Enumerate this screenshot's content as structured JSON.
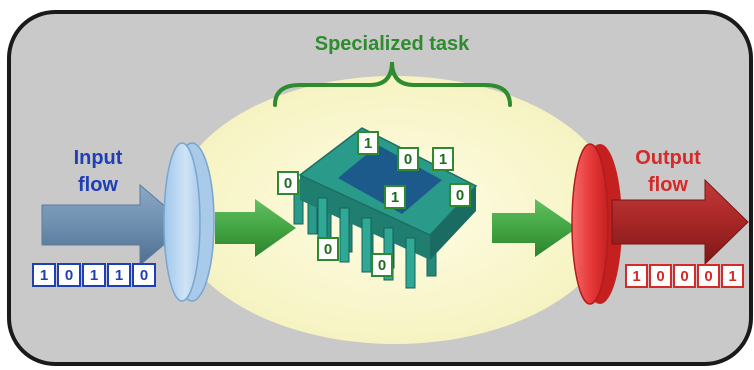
{
  "title": "Specialized task",
  "input": {
    "label_line1": "Input",
    "label_line2": "flow",
    "bits": [
      "1",
      "0",
      "1",
      "1",
      "0"
    ]
  },
  "output": {
    "label_line1": "Output",
    "label_line2": "flow",
    "bits": [
      "1",
      "0",
      "0",
      "0",
      "1"
    ]
  },
  "chip_bits": [
    "1",
    "0",
    "1",
    "0",
    "1",
    "0",
    "0",
    "0"
  ],
  "colors": {
    "panel_bg": "#c9c9c9",
    "ellipse": "#fbfad5",
    "title_green": "#2e8b2e",
    "input_blue": "#1f3fb5",
    "input_arrow": "#6f8fb0",
    "output_red": "#d42a2a",
    "output_arrow": "#a82626",
    "process_arrow": "#43a543",
    "chip_body": "#2a9b8a",
    "chip_top": "#1d5a8c"
  }
}
